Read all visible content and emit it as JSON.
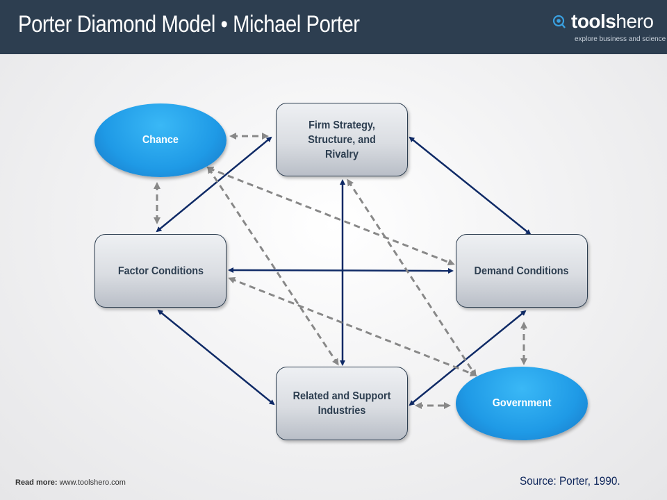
{
  "header": {
    "title": "Porter Diamond Model • Michael Porter",
    "logo": {
      "icon": "magnifier-gear-icon",
      "brand_bold": "tools",
      "brand_light": "hero",
      "tagline": "explore business and science"
    }
  },
  "nodes": {
    "chance": "Chance",
    "firm": "Firm Strategy, Structure, and Rivalry",
    "factor": "Factor Conditions",
    "demand": "Demand Conditions",
    "related": "Related and Support Industries",
    "government": "Government"
  },
  "edges": [
    {
      "from": "firm",
      "to": "factor",
      "style": "solid"
    },
    {
      "from": "firm",
      "to": "demand",
      "style": "solid"
    },
    {
      "from": "factor",
      "to": "demand",
      "style": "solid"
    },
    {
      "from": "firm",
      "to": "related",
      "style": "solid"
    },
    {
      "from": "factor",
      "to": "related",
      "style": "solid"
    },
    {
      "from": "demand",
      "to": "related",
      "style": "solid"
    },
    {
      "from": "chance",
      "to": "firm",
      "style": "dashed"
    },
    {
      "from": "chance",
      "to": "factor",
      "style": "dashed"
    },
    {
      "from": "chance",
      "to": "demand",
      "style": "dashed"
    },
    {
      "from": "chance",
      "to": "related",
      "style": "dashed"
    },
    {
      "from": "government",
      "to": "firm",
      "style": "dashed"
    },
    {
      "from": "government",
      "to": "factor",
      "style": "dashed"
    },
    {
      "from": "government",
      "to": "demand",
      "style": "dashed"
    },
    {
      "from": "government",
      "to": "related",
      "style": "dashed"
    }
  ],
  "colors": {
    "header_bg": "#2d3e50",
    "solid_arrow": "#0f2a66",
    "dashed_arrow": "#888888",
    "oval": "#1f9ae6"
  },
  "footer": {
    "read_more_label": "Read more:",
    "read_more_url": "www.toolshero.com",
    "source": "Source: Porter, 1990."
  }
}
